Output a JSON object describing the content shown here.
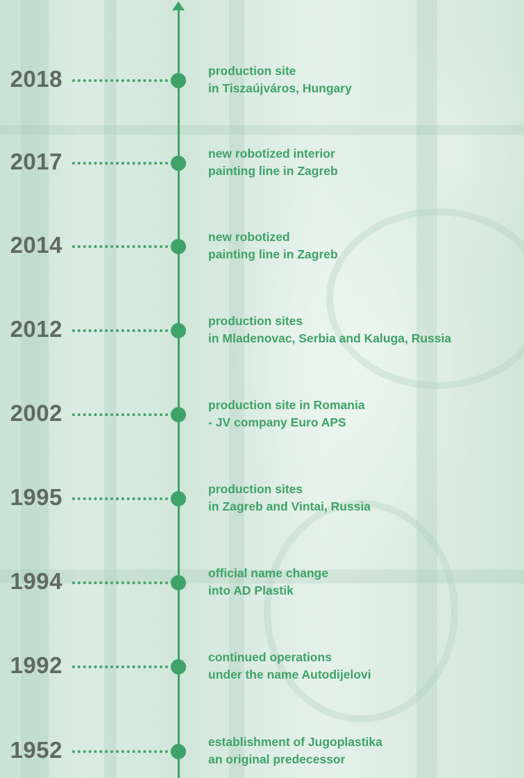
{
  "timeline": {
    "events": [
      {
        "year": "2018",
        "line1": "production site",
        "line2": "in Tiszaújváros, Hungary"
      },
      {
        "year": "2017",
        "line1": "new robotized interior",
        "line2": "painting line in Zagreb"
      },
      {
        "year": "2014",
        "line1": "new robotized",
        "line2": "painting line in Zagreb"
      },
      {
        "year": "2012",
        "line1": "production sites",
        "line2": "in Mladenovac, Serbia and Kaluga, Russia"
      },
      {
        "year": "2002",
        "line1": "production site in Romania",
        "line2": "- JV company Euro APS"
      },
      {
        "year": "1995",
        "line1": "production sites",
        "line2": "in Zagreb and Vintai, Russia"
      },
      {
        "year": "1994",
        "line1": "official name change",
        "line2": "into AD Plastik"
      },
      {
        "year": "1992",
        "line1": "continued operations",
        "line2": "under the name Autodijelovi"
      },
      {
        "year": "1952",
        "line1": "establishment of Jugoplastika",
        "line2": "an original predecessor"
      }
    ],
    "colors": {
      "accent": "#3fa26a",
      "year_text": "#5e6a63"
    }
  }
}
